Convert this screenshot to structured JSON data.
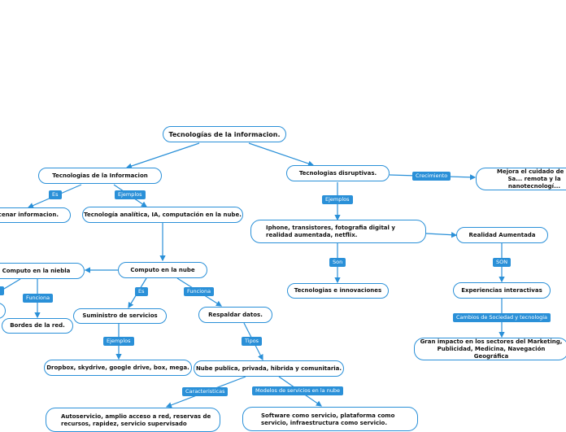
{
  "nodes": {
    "root": "Tecnologías de la informacion.",
    "tec_info": "Tecnologias de la Informacion",
    "tec_disruptivas": "Tecnologias disruptivas.",
    "mejora": "Mejora el cuidado de la Sa... remota y la nanotecnologí...",
    "almacenar": "...nacenar informacion.",
    "analitica": "Tecnología analítica, IA, computación en la nube.",
    "iphone": "Iphone, transistores, fotografia digital y realidad aumentada, netflix.",
    "realidad": "Realidad Aumentada",
    "computo_niebla": "Computo en la niebla",
    "computo_nube": "Computo en la nube",
    "tec_innov": "Tecnologias e innovaciones",
    "experiencias": "Experiencias interactivas",
    "suministro": "Suministro de servicios",
    "respaldar": "Respaldar datos.",
    "bordes": "Bordes de la red.",
    "gran_impacto": "Gran impacto en los sectores del Marketing, Publicidad, Medicina, Navegación Geográfica",
    "dropbox": "Dropbox, skydrive, google drive, box, mega.",
    "nube_tipos": "Nube publica, privada, hibrida y comunitaria.",
    "autoservicio": "Autoservicio, amplio acceso a red, reservas de recursos, rapidez, servicio supervisado",
    "software": "Software como servicio, plataforma como servicio, infraestructura como servicio."
  },
  "labels": {
    "es1": "Es",
    "ejemplos1": "Ejemplos",
    "crecimiento": "Crecimiento",
    "ejemplos2": "Ejemplos",
    "son": "Son",
    "son2": "SON",
    "es2": "Es",
    "funciona1": "Funciona",
    "funciona2": "Funciona",
    "cambios": "Cambios de Sociedad y tecnologia",
    "ejemplos3": "Ejemplos",
    "tipos": "Tipos",
    "caracteristicas": "Caracteristicas",
    "modelos": "Modelos de servicios en la nube"
  },
  "colors": {
    "accent": "#2a90d8",
    "node_border": "#2a90d8",
    "label_bg": "#2a90d8"
  }
}
